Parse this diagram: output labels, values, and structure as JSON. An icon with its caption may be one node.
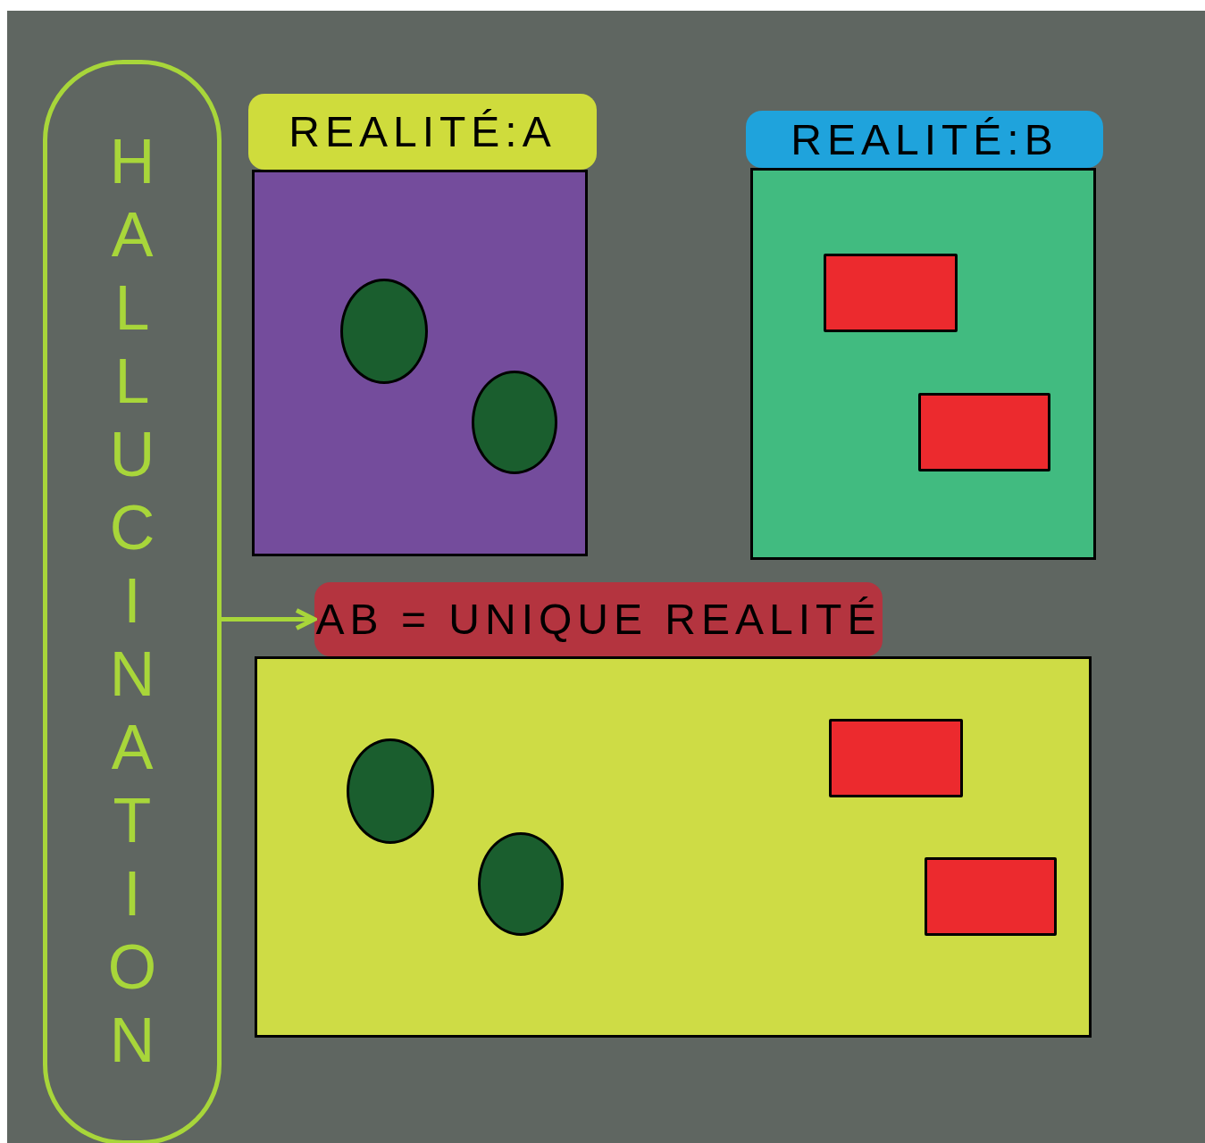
{
  "diagram": {
    "nodes": [
      {
        "text": [
          "HALLUCINATION"
        ]
      },
      {
        "text": [
          "REALITÉ:A"
        ]
      },
      {
        "text": [],
        "shape": "circle",
        "in": 1
      },
      {
        "text": [],
        "shape": "circle",
        "in": 1
      },
      {
        "text": [
          "REALITÉ:B"
        ]
      },
      {
        "text": [],
        "shape": "box",
        "in": 4
      },
      {
        "text": [],
        "shape": "box",
        "in": 4
      },
      {
        "text": [
          "AB = UNIQUE REALITÉ"
        ]
      },
      {
        "text": [],
        "shape": "circle",
        "in": 7
      },
      {
        "text": [],
        "shape": "circle",
        "in": 7
      },
      {
        "text": [],
        "shape": "box",
        "in": 7
      },
      {
        "text": [],
        "shape": "box",
        "in": 7
      }
    ],
    "edges": [
      {
        "from": 0,
        "to": 7,
        "arrow": "to"
      }
    ]
  }
}
